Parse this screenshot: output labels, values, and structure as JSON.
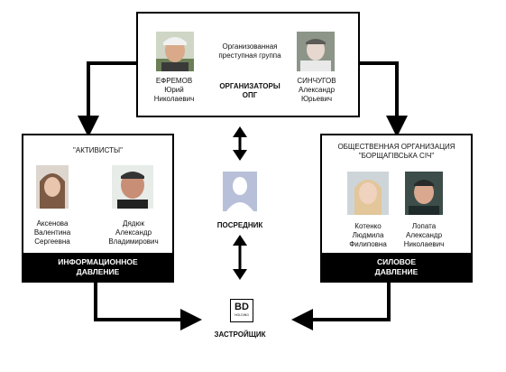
{
  "top": {
    "group_label_line1": "Организованная",
    "group_label_line2": "преступная группа",
    "title_line1": "ОРГАНИЗАТОРЫ",
    "title_line2": "ОПГ",
    "left_person": {
      "line1": "ЕФРЕМОВ",
      "line2": "Юрий",
      "line3": "Николаевич"
    },
    "right_person": {
      "line1": "СИНЧУГОВ",
      "line2": "Александр",
      "line3": "Юрьевич"
    }
  },
  "left_box": {
    "title": "\"АКТИВИСТЫ\"",
    "person1": {
      "line1": "Аксенова",
      "line2": "Валентина",
      "line3": "Сергеевна"
    },
    "person2": {
      "line1": "Дядюк",
      "line2": "Александр",
      "line3": "Владимирович"
    },
    "bar_line1": "ИНФОРМАЦИОННОЕ",
    "bar_line2": "ДАВЛЕНИЕ"
  },
  "right_box": {
    "title_line1": "ОБЩЕСТВЕННАЯ ОРГАНИЗАЦИЯ",
    "title_line2": "\"БОРЩАГІВСЬКА СІЧ\"",
    "person1": {
      "line1": "Котенко",
      "line2": "Людмила",
      "line3": "Филиповна"
    },
    "person2": {
      "line1": "Лопата",
      "line2": "Александр",
      "line3": "Николаевич"
    },
    "bar_line1": "СИЛОВОЕ",
    "bar_line2": "ДАВЛЕНИЕ"
  },
  "middle": {
    "label": "ПОСРЕДНИК"
  },
  "bottom": {
    "logo_text": "BD",
    "logo_sub": "HOLDING",
    "label": "ЗАСТРОЙЩИК"
  }
}
